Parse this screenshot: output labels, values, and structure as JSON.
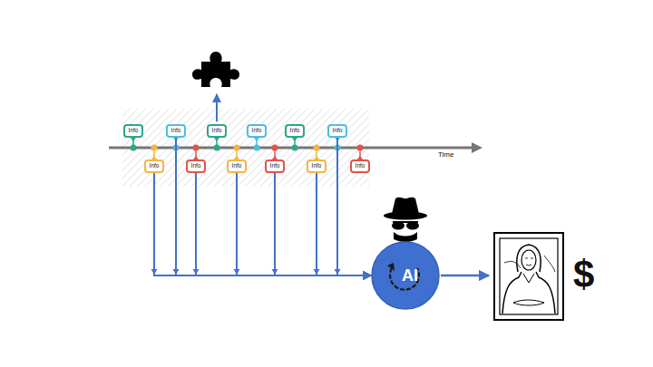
{
  "diagram": {
    "nodes": [
      {
        "text": [
          "Info"
        ]
      },
      {
        "text": [
          "Info"
        ]
      },
      {
        "text": [
          "Info"
        ]
      },
      {
        "text": [
          "Info"
        ]
      },
      {
        "text": [
          "Info"
        ]
      },
      {
        "text": [
          "Info"
        ]
      },
      {
        "text": [
          "Info"
        ]
      },
      {
        "text": [
          "Info"
        ]
      },
      {
        "text": [
          "Info"
        ]
      },
      {
        "text": [
          "Info"
        ]
      },
      {
        "text": [
          "Info"
        ]
      },
      {
        "text": [
          "Info"
        ]
      },
      {
        "text": [
          "AI"
        ]
      }
    ],
    "edges": [
      {
        "from": 1,
        "to": 12,
        "arrow": "to"
      },
      {
        "from": 2,
        "to": 12,
        "arrow": "to"
      },
      {
        "from": 3,
        "to": 12,
        "arrow": "to"
      },
      {
        "from": 5,
        "to": 12,
        "arrow": "to"
      },
      {
        "from": 7,
        "to": 12,
        "arrow": "to"
      },
      {
        "from": 9,
        "to": 12,
        "arrow": "to"
      },
      {
        "from": 10,
        "to": 12,
        "arrow": "to"
      }
    ],
    "labels": [
      "Time",
      "$"
    ]
  }
}
